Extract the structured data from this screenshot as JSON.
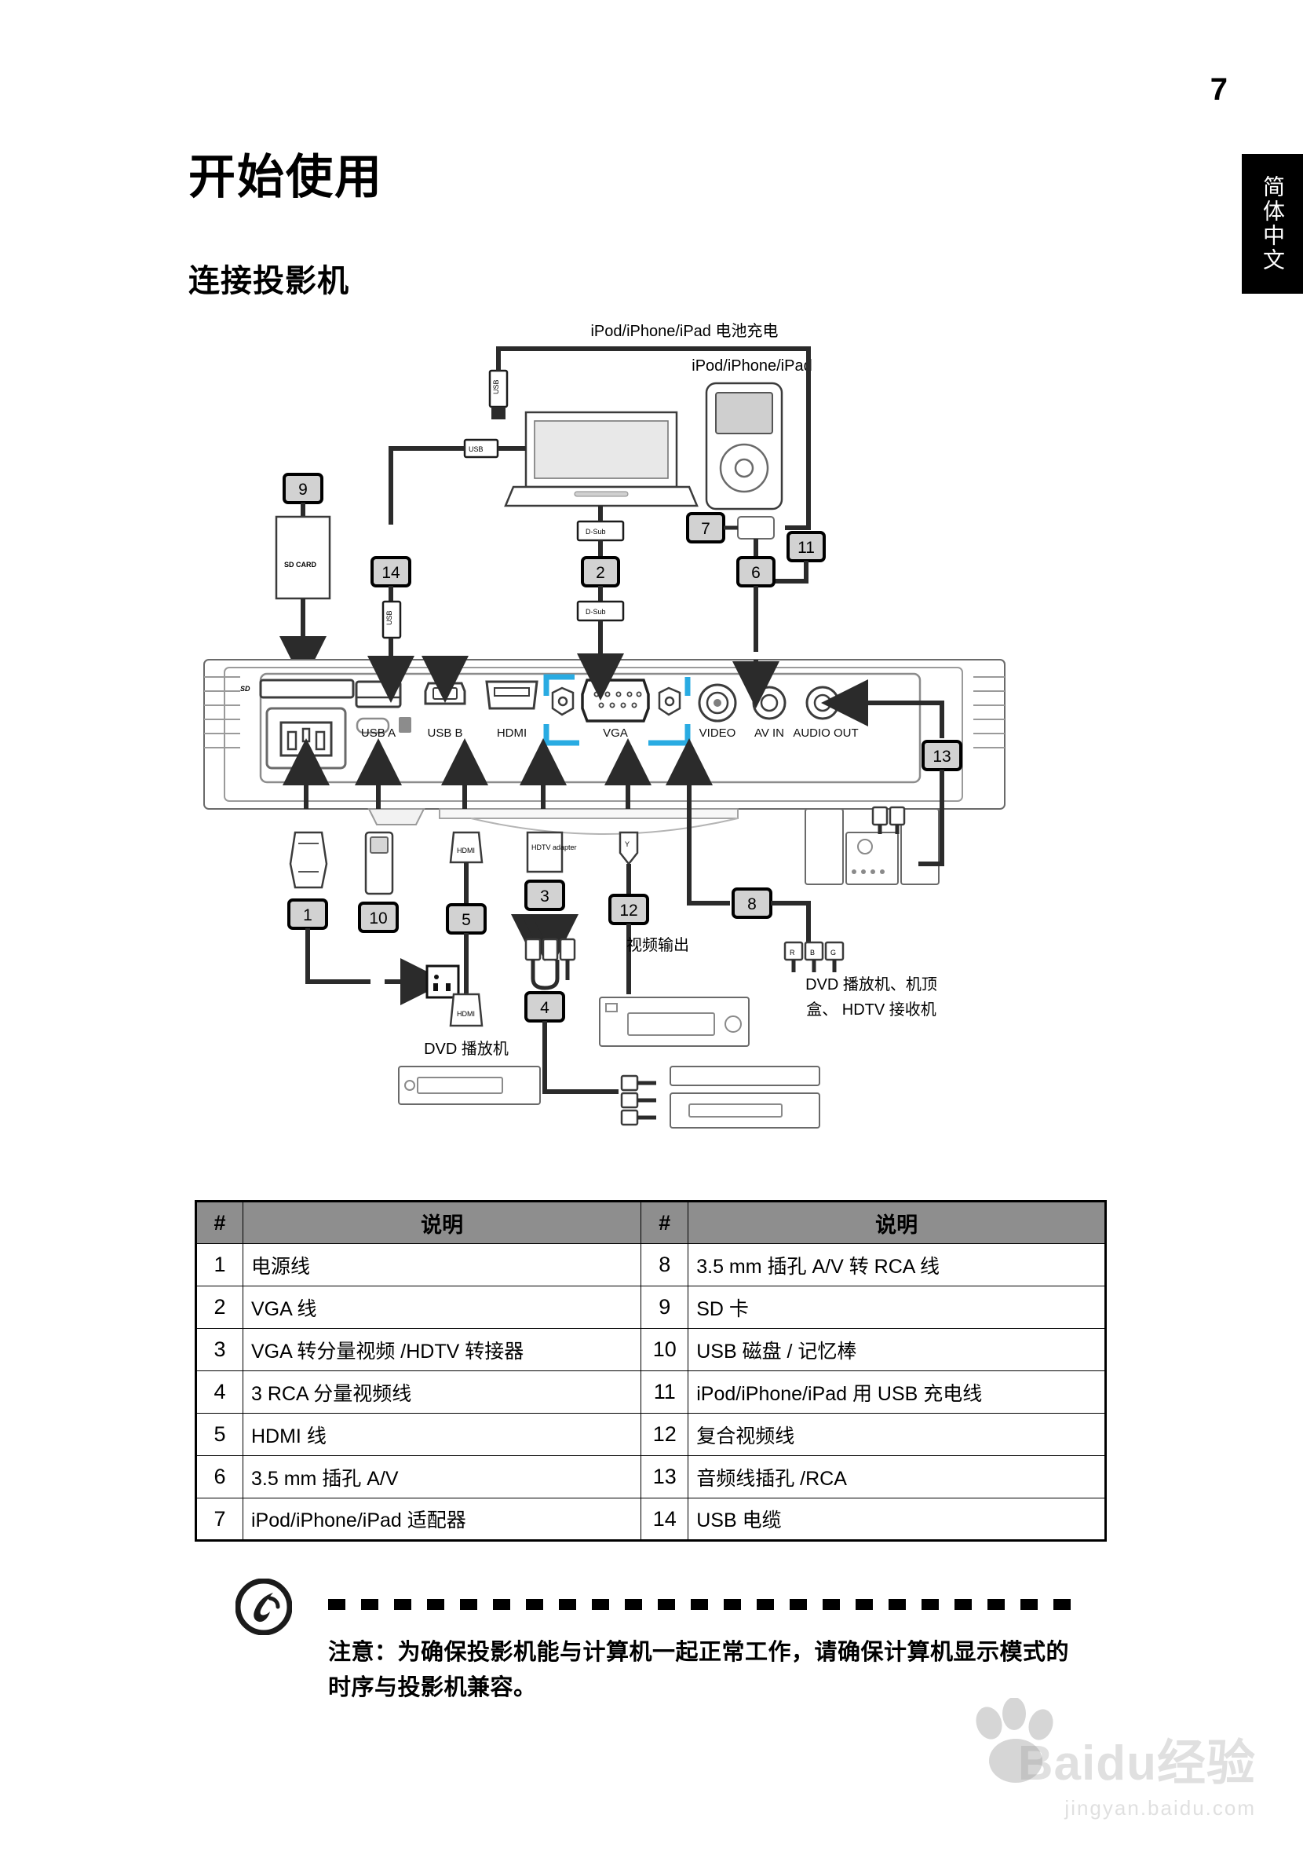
{
  "page": {
    "number": "7",
    "language_tab": "简体中文",
    "title": "开始使用",
    "section_title": "连接投影机"
  },
  "diagram": {
    "labels": {
      "ipod_charge": "iPod/iPhone/iPad 电池充电",
      "ipod_device": "iPod/iPhone/iPad",
      "video_out": "视频输出",
      "dvd_player": "DVD 播放机",
      "dvd_stb_hdtv_line1": "DVD 播放机、机顶",
      "dvd_stb_hdtv_line2": "盒、 HDTV 接收机"
    },
    "connector_tags": {
      "usb_top": "USB",
      "usb_laptop": "USB",
      "usb_mini": "USB",
      "dsub_top": "D-Sub",
      "dsub_bottom": "D-Sub",
      "sd_card": "SD CARD",
      "hdmi_top": "HDMI",
      "hdmi_bottom": "HDMI",
      "hdtv_adapter": "HDTV adapter",
      "rca_r": "R",
      "rca_b": "B",
      "rca_g": "G",
      "comp_y": "Y"
    },
    "port_labels": [
      "SD",
      "USB A",
      "USB B",
      "HDMI",
      "VGA",
      "VIDEO",
      "AV IN",
      "AUDIO OUT"
    ],
    "highlight_port": "VGA",
    "highlight_color": "#29ABE2",
    "callouts": [
      "1",
      "2",
      "3",
      "4",
      "5",
      "6",
      "7",
      "8",
      "9",
      "10",
      "11",
      "12",
      "13",
      "14"
    ]
  },
  "table": {
    "headers": {
      "num": "#",
      "desc": "说明"
    },
    "rows_left": [
      {
        "num": "1",
        "desc": "电源线"
      },
      {
        "num": "2",
        "desc": "VGA 线"
      },
      {
        "num": "3",
        "desc": "VGA 转分量视频 /HDTV 转接器"
      },
      {
        "num": "4",
        "desc": "3 RCA 分量视频线"
      },
      {
        "num": "5",
        "desc": "HDMI 线"
      },
      {
        "num": "6",
        "desc": "3.5 mm 插孔 A/V"
      },
      {
        "num": "7",
        "desc": "iPod/iPhone/iPad 适配器"
      }
    ],
    "rows_right": [
      {
        "num": "8",
        "desc": "3.5 mm 插孔 A/V 转 RCA 线"
      },
      {
        "num": "9",
        "desc": "SD 卡"
      },
      {
        "num": "10",
        "desc": "USB 磁盘 / 记忆棒"
      },
      {
        "num": "11",
        "desc": "iPod/iPhone/iPad 用 USB 充电线"
      },
      {
        "num": "12",
        "desc": "复合视频线"
      },
      {
        "num": "13",
        "desc": "音频线插孔 /RCA"
      },
      {
        "num": "14",
        "desc": "USB 电缆"
      }
    ]
  },
  "note": {
    "text": "注意：为确保投影机能与计算机一起正常工作，请确保计算机显示模式的时序与投影机兼容。"
  },
  "watermark": {
    "main": "Baidu经验",
    "sub": "jingyan.baidu.com"
  }
}
